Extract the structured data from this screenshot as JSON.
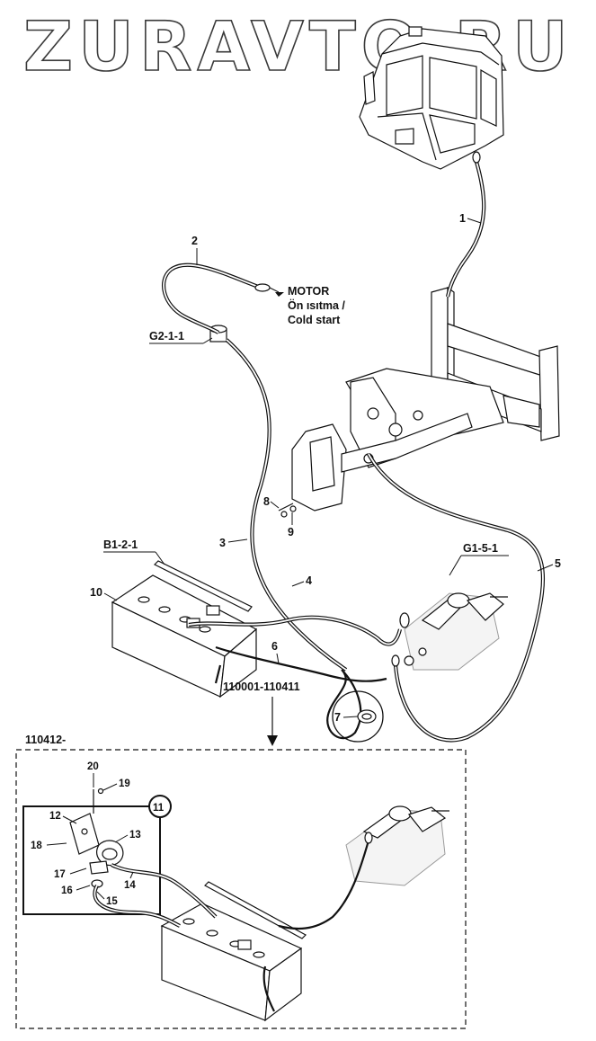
{
  "watermark": "ZURAVTO.RU",
  "main_view": {
    "callouts": [
      "1",
      "2",
      "3",
      "4",
      "5",
      "6",
      "7",
      "8",
      "9",
      "10"
    ],
    "references": {
      "g2": "G2-1-1",
      "b1": "B1-2-1",
      "g1": "G1-5-1"
    },
    "motor_note": {
      "line1": "MOTOR",
      "line2": "Ön ısıtma /",
      "line3": "Cold start"
    },
    "serial_range": "110001-110411"
  },
  "detail_view": {
    "serial_from": "110412-",
    "callouts": [
      "11",
      "12",
      "13",
      "14",
      "15",
      "16",
      "17",
      "18",
      "19",
      "20"
    ]
  }
}
